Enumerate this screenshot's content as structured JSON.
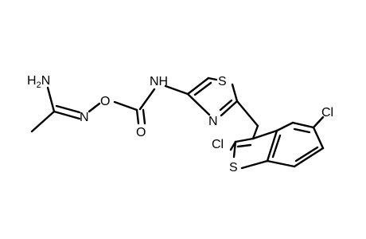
{
  "structure": {
    "atoms": {
      "amine": "H2N",
      "imine_n": "N",
      "oxime_o": "O",
      "carbonyl_o": "O",
      "amide_nh": "NH",
      "thiazole_s": "S",
      "thiazole_n": "N",
      "cl_5": "Cl",
      "cl_2": "Cl",
      "thiophene_s": "S"
    }
  }
}
